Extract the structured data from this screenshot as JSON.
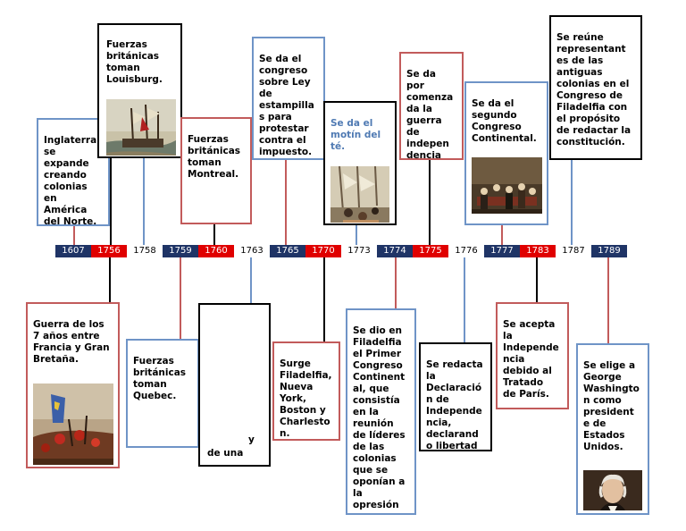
{
  "timeline": {
    "years": [
      {
        "label": "1607",
        "color": "blue"
      },
      {
        "label": "1756",
        "color": "red"
      },
      {
        "label": "1758",
        "color": "white"
      },
      {
        "label": "1759",
        "color": "blue"
      },
      {
        "label": "1760",
        "color": "red"
      },
      {
        "label": "1763",
        "color": "white"
      },
      {
        "label": "1765",
        "color": "blue"
      },
      {
        "label": "1770",
        "color": "red"
      },
      {
        "label": "1773",
        "color": "white"
      },
      {
        "label": "1774",
        "color": "blue"
      },
      {
        "label": "1775",
        "color": "red"
      },
      {
        "label": "1776",
        "color": "white"
      },
      {
        "label": "1777",
        "color": "blue"
      },
      {
        "label": "1783",
        "color": "red"
      },
      {
        "label": "1787",
        "color": "white"
      },
      {
        "label": "1789",
        "color": "blue"
      }
    ]
  },
  "events": {
    "e1607": "Inglaterra\nse\nexpande\ncreando\ncolonias\nen\nAmérica\ndel Norte.",
    "e1756": "Guerra de los\n7 años entre\nFrancia y Gran\nBretaña.",
    "e1758": "Fuerzas\nbritánicas\ntoman\nLouisburg.",
    "e1759": "Fuerzas\nbritánicas\ntoman\nQuebec.",
    "e1760": "Fuerzas\nbritánicas\ntoman\nMontreal.",
    "e1763_a": "y",
    "e1763_b": "de una",
    "e1765": "Se da el\ncongreso\nsobre Ley\nde\nestampilla\ns para\nprotestar\ncontra el\nimpuesto.",
    "e1770": "Surge\nFiladelfia,\nNueva\nYork,\nBoston y\nCharlesto\nn.",
    "e1773": "Se da el\nmotín del\nté.",
    "e1774": "Se dio en\nFiladelfia\nel Primer\nCongreso\nContinent\nal, que\nconsistía\nen la\nreunión\nde líderes\nde las\ncolonias\nque se\noponían a\nla\nopresión",
    "e1775": "Se da\npor\ncomenza\nda la\nguerra\nde\nindepen\ndencia",
    "e1776": "Se redacta\nla\nDeclaració\nn de\nIndepende\nncia,\ndeclarand\no libertad",
    "e1777": "Se da el\nsegundo\nCongreso\nContinental.",
    "e1783": "Se acepta\nla\nIndepende\nncia\ndebido al\nTratado\nde París.",
    "e1787": "Se reúne\nrepresentant\nes de las\nantiguas\ncolonias en el\nCongreso de\nFiladelfia con\nel propósito\nde redactar la\nconstitución.",
    "e1789": "Se elige a\nGeorge\nWashingto\nn como\npresident\ne de\nEstados\nUnidos."
  },
  "colors": {
    "navy": "#1f3466",
    "red": "#e00000",
    "blue_border": "#6f94c7",
    "red_border": "#c25b5b",
    "black_border": "#000000"
  },
  "pictures": [
    {
      "name": "louisburg-painting-image"
    },
    {
      "name": "seven-years-war-painting-image"
    },
    {
      "name": "boston-tea-party-image"
    },
    {
      "name": "second-continental-congress-image"
    },
    {
      "name": "george-washington-portrait-image"
    }
  ]
}
